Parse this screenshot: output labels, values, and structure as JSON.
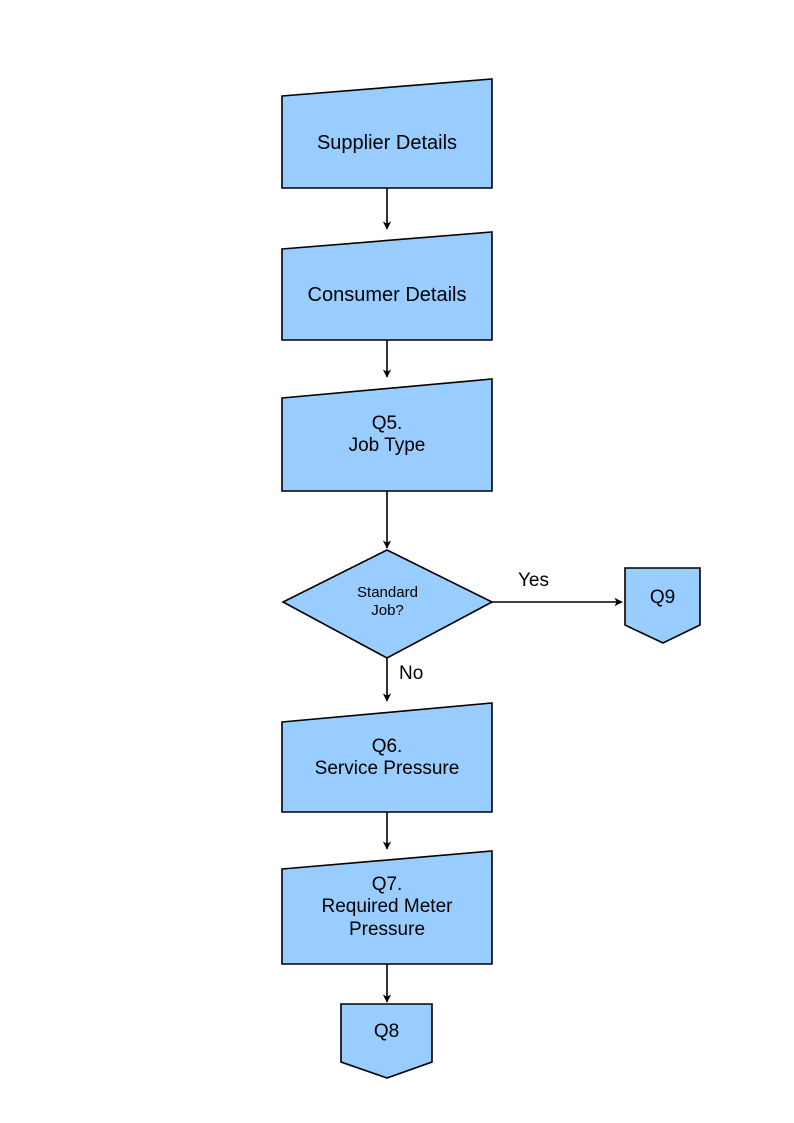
{
  "diagram": {
    "type": "flowchart",
    "title": "",
    "style": {
      "fill": "#99CCFF",
      "stroke": "#000000",
      "text": "#000000",
      "background": "#FFFFFF"
    },
    "nodes": [
      {
        "id": "supplier-details",
        "shape": "slanted-rectangle",
        "label": "Supplier Details",
        "lines": [
          "Supplier Details"
        ]
      },
      {
        "id": "consumer-details",
        "shape": "slanted-rectangle",
        "label": "Consumer Details",
        "lines": [
          "Consumer Details"
        ]
      },
      {
        "id": "q5-job-type",
        "shape": "slanted-rectangle",
        "label": "Q5.\nJob Type",
        "lines": [
          "Q5.",
          "Job Type"
        ]
      },
      {
        "id": "standard-job-decision",
        "shape": "diamond",
        "label": "Standard\nJob?",
        "lines": [
          "Standard",
          "Job?"
        ]
      },
      {
        "id": "q9-connector",
        "shape": "pentagon-connector",
        "label": "Q9",
        "lines": [
          "Q9"
        ]
      },
      {
        "id": "q6-service-pressure",
        "shape": "slanted-rectangle",
        "label": "Q6.\nService Pressure",
        "lines": [
          "Q6.",
          "Service Pressure"
        ]
      },
      {
        "id": "q7-required-meter-pressure",
        "shape": "slanted-rectangle",
        "label": "Q7.\nRequired Meter\nPressure",
        "lines": [
          "Q7.",
          "Required Meter",
          "Pressure"
        ]
      },
      {
        "id": "q8-connector",
        "shape": "pentagon-connector",
        "label": "Q8",
        "lines": [
          "Q8"
        ]
      }
    ],
    "edges": [
      {
        "id": "e1",
        "from": "supplier-details",
        "to": "consumer-details",
        "label": ""
      },
      {
        "id": "e2",
        "from": "consumer-details",
        "to": "q5-job-type",
        "label": ""
      },
      {
        "id": "e3",
        "from": "q5-job-type",
        "to": "standard-job-decision",
        "label": ""
      },
      {
        "id": "e4",
        "from": "standard-job-decision",
        "to": "q9-connector",
        "label": "Yes"
      },
      {
        "id": "e5",
        "from": "standard-job-decision",
        "to": "q6-service-pressure",
        "label": "No"
      },
      {
        "id": "e6",
        "from": "q6-service-pressure",
        "to": "q7-required-meter-pressure",
        "label": ""
      },
      {
        "id": "e7",
        "from": "q7-required-meter-pressure",
        "to": "q8-connector",
        "label": ""
      }
    ]
  }
}
